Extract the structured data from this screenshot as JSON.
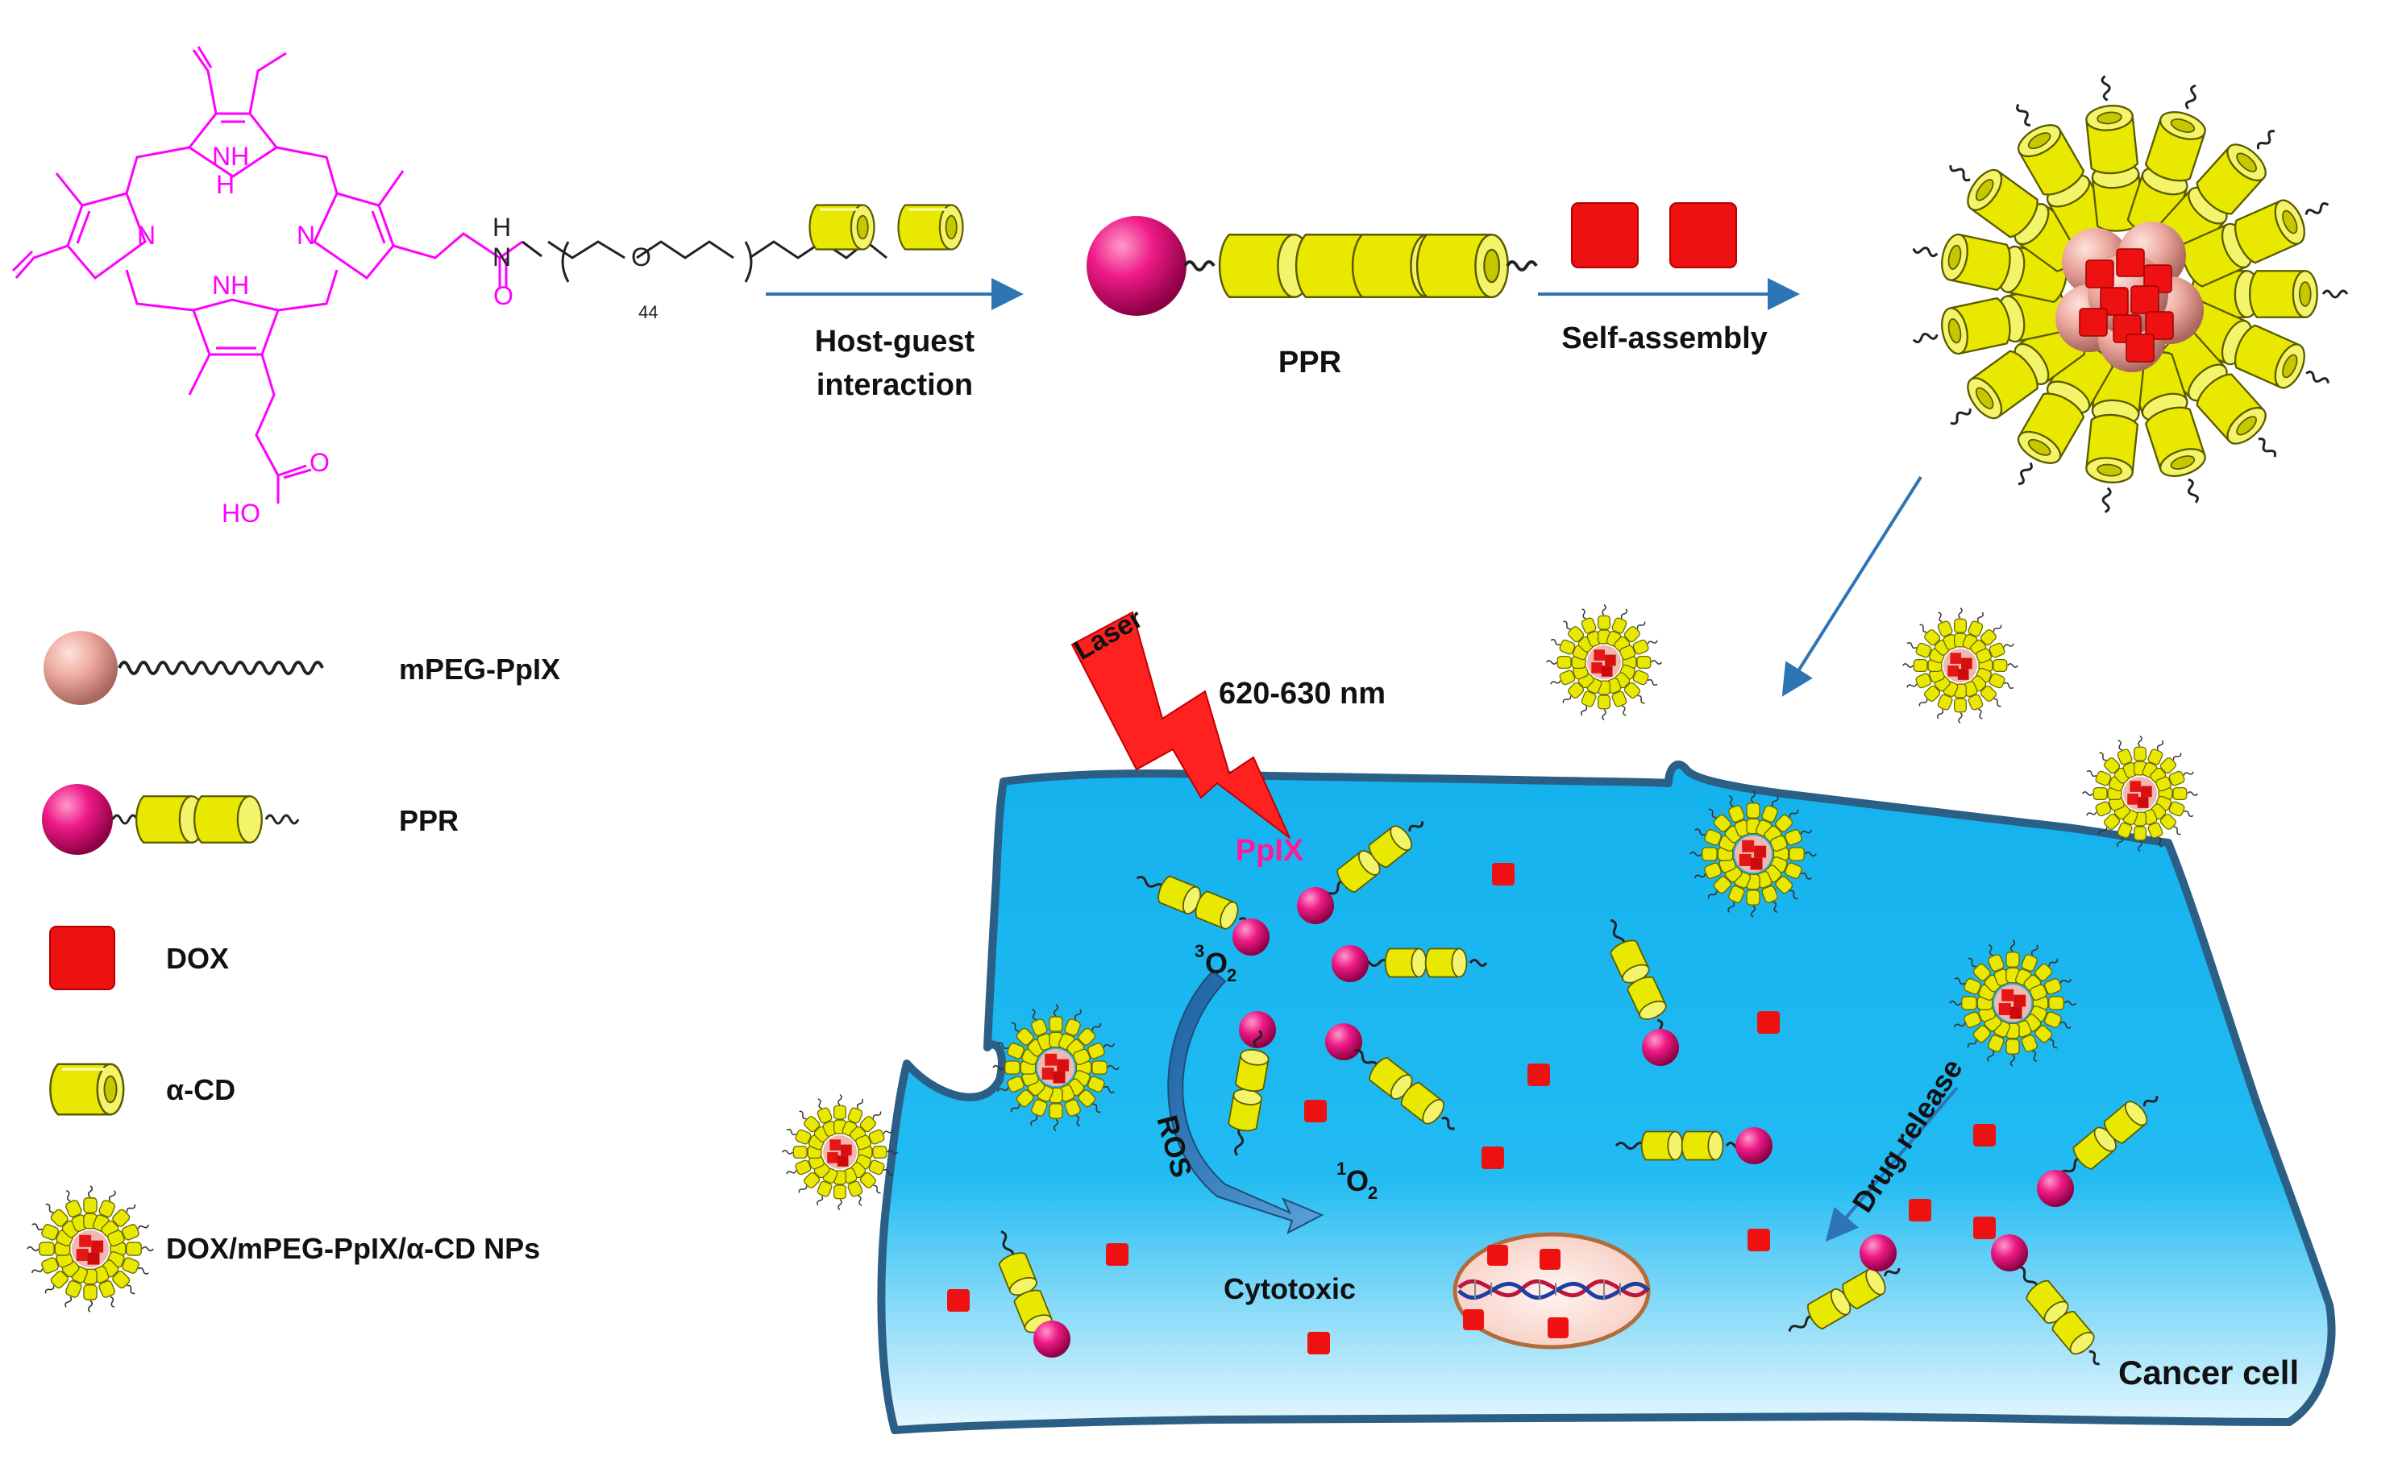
{
  "chem": {
    "n_label": "N",
    "h_label": "H",
    "nh_label": "NH",
    "o_label": "O",
    "ho_label": "HO",
    "subscript_44": "44"
  },
  "steps": {
    "host_guest_line1": "Host-guest",
    "host_guest_line2": "interaction",
    "ppr_label": "PPR",
    "self_assembly": "Self-assembly"
  },
  "legend": {
    "items": [
      {
        "label": "mPEG-PpIX"
      },
      {
        "label": "PPR"
      },
      {
        "label": "DOX"
      },
      {
        "label": "α-CD"
      },
      {
        "label": "DOX/mPEG-PpIX/α-CD NPs"
      }
    ]
  },
  "cell": {
    "laser": "Laser",
    "wavelength": "620-630 nm",
    "ppix": "PpIX",
    "triplet_o2_sup": "3",
    "triplet_o2_base": "O",
    "o2_sub": "2",
    "singlet_o2_sup": "1",
    "ros": "ROS",
    "cytotoxic": "Cytotoxic",
    "drug_release": "Drug release",
    "cancer_cell": "Cancer cell"
  },
  "colors": {
    "chem": "#ff00ff",
    "arrow": "#2e75b6",
    "cd_fill": "#e8e800",
    "dox_red": "#ee1111",
    "ppix_pink": "#e0006e",
    "mpeg_pink": "#e9a8a0",
    "cell_blue": "#17b4f0",
    "cell_border": "#2b5f86",
    "laser_red": "#ff2020"
  }
}
